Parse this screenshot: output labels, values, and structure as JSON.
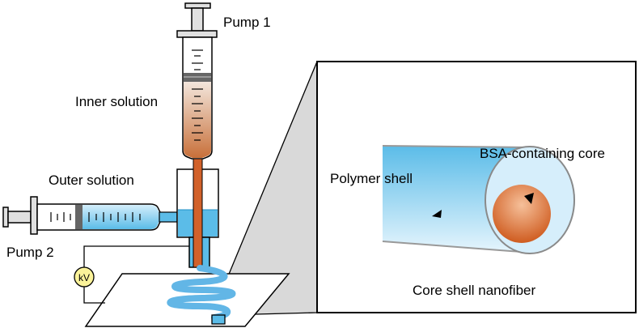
{
  "labels": {
    "pump1": "Pump 1",
    "pump2": "Pump 2",
    "inner_solution": "Inner solution",
    "outer_solution": "Outer solution",
    "voltage": "kV",
    "polymer_shell": "Polymer shell",
    "bsa_core": "BSA-containing core",
    "fiber_caption": "Core shell nanofiber"
  },
  "colors": {
    "inner_solution": "#c8703a",
    "outer_solution": "#5bbce8",
    "voltage_source": "#fbf39a",
    "zoom_funnel": "#d9d9d9"
  }
}
